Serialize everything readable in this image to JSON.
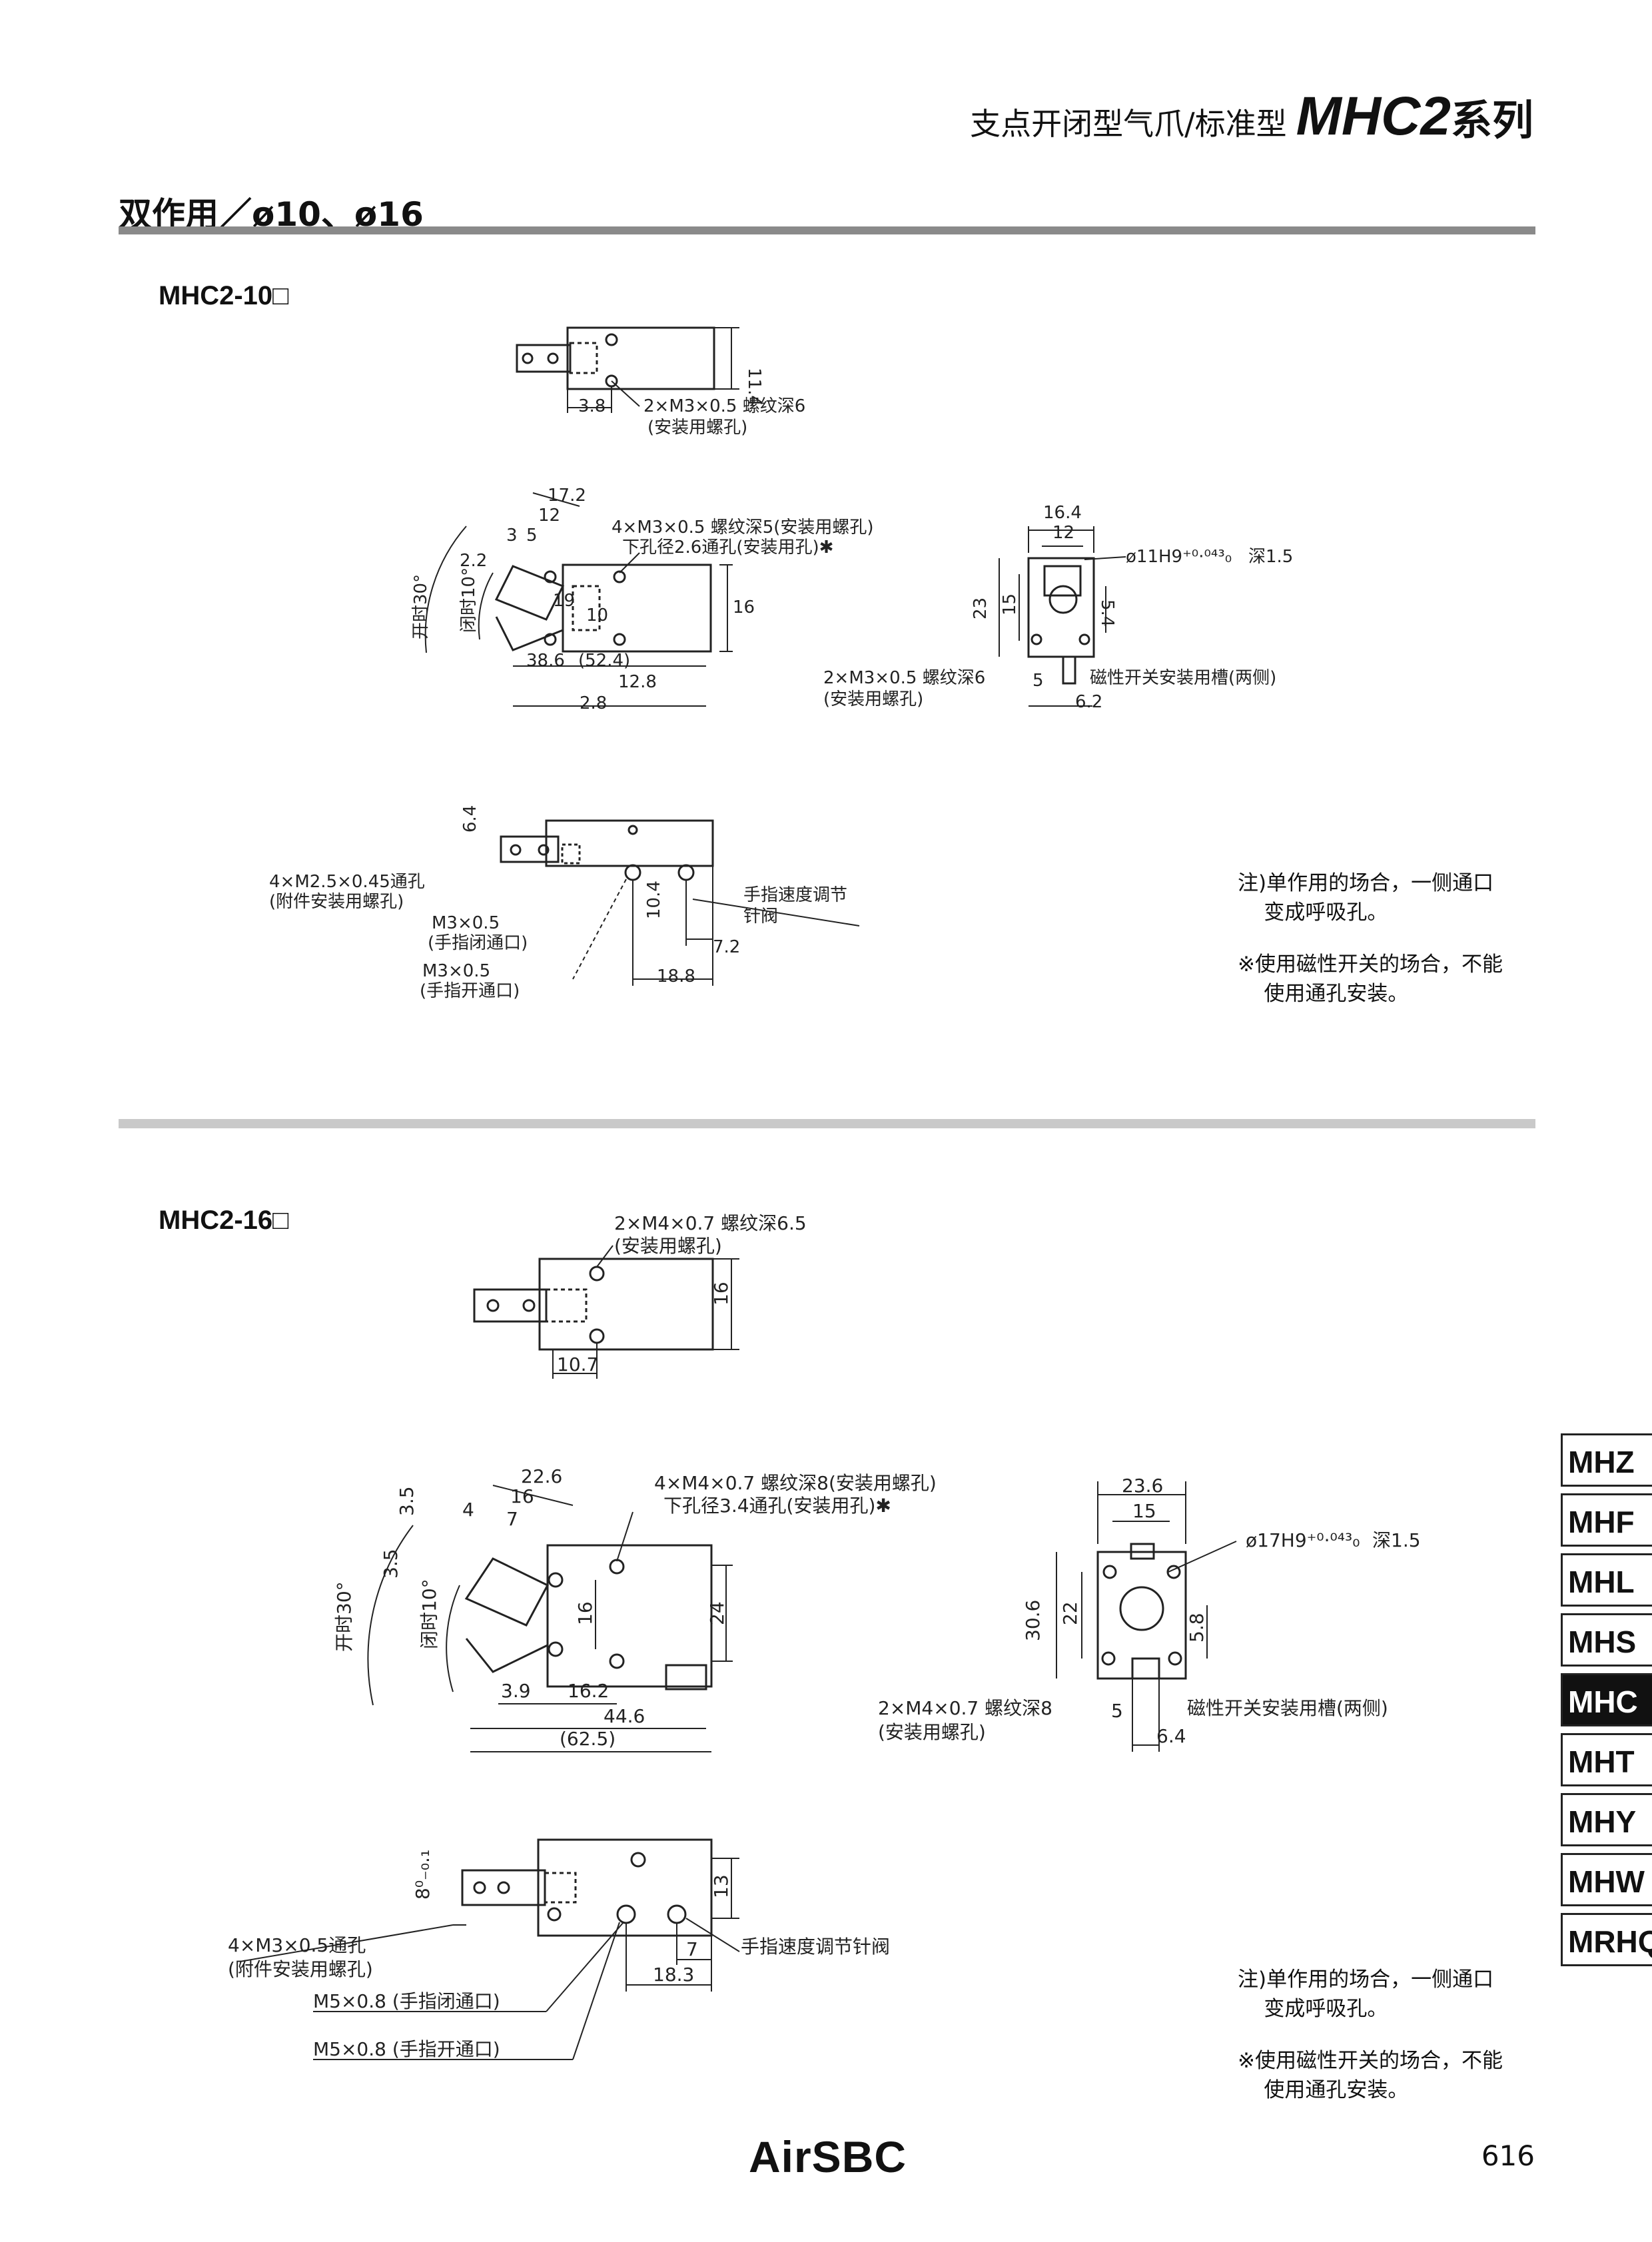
{
  "header": {
    "category": "支点开闭型气爪/标准型",
    "series": "MHC2",
    "series_suffix": "系列"
  },
  "section": {
    "title": "双作用／ø10、ø16"
  },
  "model_10": {
    "name": "MHC2-10□",
    "top_view": {
      "dims": [
        "3.8",
        "11.4"
      ],
      "callout": "2×M3×0.5  螺纹深6",
      "callout_sub": "(安装用螺孔)"
    },
    "front_view": {
      "dims": [
        "17.2",
        "12",
        "5",
        "3",
        "2.2",
        "10",
        "19",
        "16",
        "2.8",
        "12.8",
        "38.6",
        "(52.4)"
      ],
      "angle_open": "开时30°",
      "angle_closed": "闭时10°",
      "callout_a": "4×M3×0.5  螺纹深5(安装用螺孔)",
      "callout_b": "下孔径2.6通孔(安装用孔)✱"
    },
    "side_view": {
      "dims": [
        "16.4",
        "12",
        "23",
        "15",
        "5.4",
        "5",
        "6.2"
      ],
      "bore": "ø11H9⁺⁰·⁰⁴³₀",
      "bore_depth": "深1.5",
      "callout": "2×M3×0.5  螺纹深6",
      "callout_sub": "(安装用螺孔)",
      "slot": "磁性开关安装用槽(两侧)"
    },
    "bottom_view": {
      "dims": [
        "6.4",
        "10.4",
        "7.2",
        "18.8"
      ],
      "mount": "4×M2.5×0.45通孔",
      "mount_sub": "(附件安装用螺孔)",
      "port_close": "M3×0.5",
      "port_close_sub": "(手指闭通口)",
      "port_open": "M3×0.5",
      "port_open_sub": "(手指开通口)",
      "valve": "手指速度调节",
      "valve_sub": "针阀"
    },
    "note1": "注)单作用的场合，一侧通口\n    变成呼吸孔。",
    "note2": "※使用磁性开关的场合，不能\n    使用通孔安装。"
  },
  "model_16": {
    "name": "MHC2-16□",
    "top_view": {
      "dims": [
        "16",
        "10.7"
      ],
      "callout": "2×M4×0.7  螺纹深6.5",
      "callout_sub": "(安装用螺孔)"
    },
    "front_view": {
      "dims": [
        "22.6",
        "16",
        "7",
        "4",
        "3.5",
        "3.5",
        "16",
        "24",
        "3.9",
        "16.2",
        "44.6",
        "(62.5)"
      ],
      "angle_open": "开时30°",
      "angle_closed": "闭时10°",
      "callout_a": "4×M4×0.7  螺纹深8(安装用螺孔)",
      "callout_b": "下孔径3.4通孔(安装用孔)✱"
    },
    "side_view": {
      "dims": [
        "23.6",
        "15",
        "30.6",
        "22",
        "5.8",
        "5",
        "6.4"
      ],
      "bore": "ø17H9⁺⁰·⁰⁴³₀",
      "bore_depth": "深1.5",
      "callout": "2×M4×0.7  螺纹深8",
      "callout_sub": "(安装用螺孔)",
      "slot": "磁性开关安装用槽(两侧)"
    },
    "bottom_view": {
      "dims": [
        "8⁰₋₀.₁",
        "13",
        "7",
        "18.3"
      ],
      "mount": "4×M3×0.5通孔",
      "mount_sub": "(附件安装用螺孔)",
      "port_close": "M5×0.8 (手指闭通口)",
      "port_open": "M5×0.8 (手指开通口)",
      "valve": "手指速度调节针阀"
    },
    "note1": "注)单作用的场合，一侧通口\n    变成呼吸孔。",
    "note2": "※使用磁性开关的场合，不能\n    使用通孔安装。"
  },
  "tabs": [
    "MHZ",
    "MHF",
    "MHL",
    "MHS",
    "MHC",
    "MHT",
    "MHY",
    "MHW",
    "MRHQ"
  ],
  "active_tab": "MHC",
  "footer": {
    "logo": "AirSBC",
    "page": "616"
  }
}
